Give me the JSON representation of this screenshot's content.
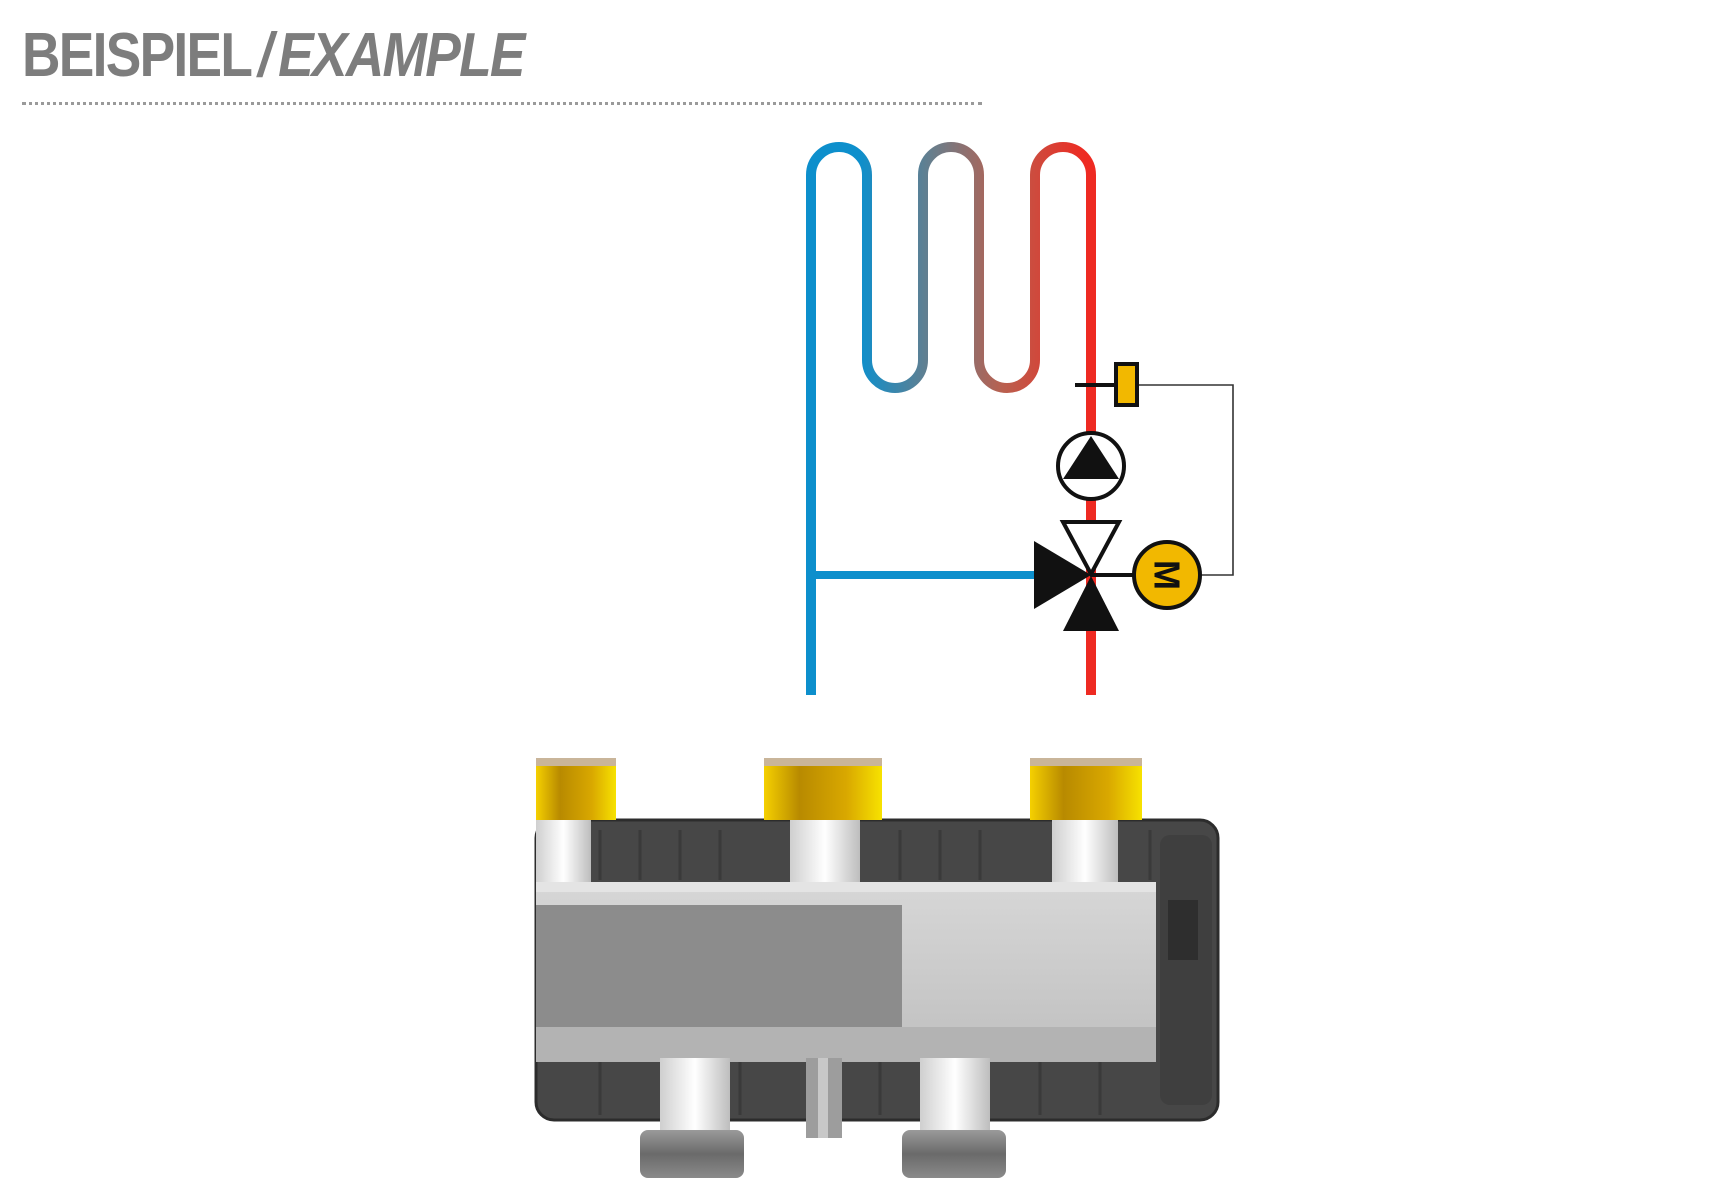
{
  "header": {
    "title_de": "BEISPIEL",
    "separator": "/",
    "title_en": "EXAMPLE"
  },
  "schematic": {
    "motor_label": "M",
    "colors": {
      "supply_hot": "#ee2a22",
      "return_cold": "#0d8fcc",
      "control_line": "#333333",
      "sensor_fill": "#f2b800",
      "motor_fill": "#f2b800",
      "symbol": "#111111"
    },
    "icons": [
      "floor-heating-coil-icon",
      "temperature-sensor-icon",
      "circulation-pump-icon",
      "three-way-mixing-valve-icon",
      "valve-motor-icon"
    ]
  },
  "product": {
    "description_icon": "heating-manifold-photo",
    "colors": {
      "body_dark": "#4a4a4a",
      "front_panel": "#c8c8c8",
      "front_panel_dark": "#8c8c8c",
      "pipe_stub": "#e8e8e8",
      "brass_nut": "#e8b400"
    }
  }
}
